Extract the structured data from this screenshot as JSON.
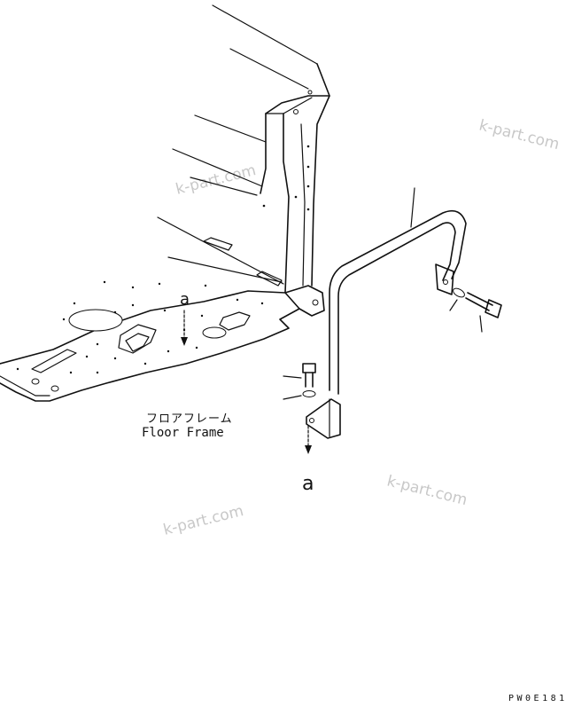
{
  "labels": {
    "floor_frame_jp": "フロアフレーム",
    "floor_frame_en": "Floor Frame",
    "marker_a": "a",
    "drawing_code": "PW0E181"
  },
  "watermark": "k-part.com",
  "colors": {
    "line": "#111111",
    "watermark": "#c8c8c8",
    "background": "#ffffff"
  }
}
